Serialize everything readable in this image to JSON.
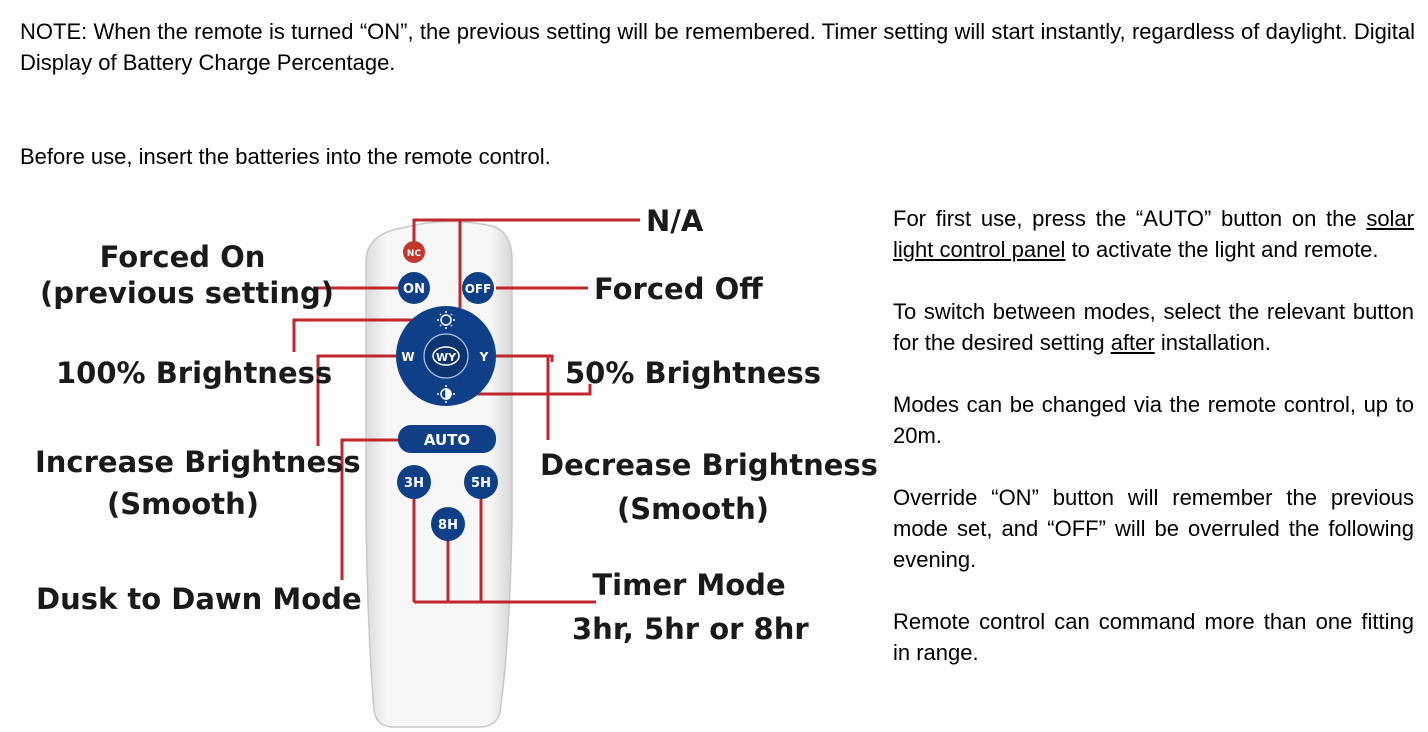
{
  "note": "NOTE: When the remote is turned “ON”, the previous setting will be remembered. Timer setting will start instantly, regardless of daylight. Digital Display of Battery Charge Percentage.",
  "before_use": "Before use, insert the batteries into the remote control.",
  "remote": {
    "buttons": {
      "nc": "NC",
      "on": "ON",
      "off": "OFF",
      "w": "W",
      "wy": "WY",
      "y": "Y",
      "auto": "AUTO",
      "h3": "3H",
      "h5": "5H",
      "h8": "8H"
    },
    "colors": {
      "body": "#f4f4f4",
      "button_blue": "#0f3f86",
      "nc_red": "#c0392b",
      "callout": "#c0272d"
    }
  },
  "labels": {
    "na": "N/A",
    "forced_on_1": "Forced On",
    "forced_on_2": "(previous setting)",
    "forced_off": "Forced Off",
    "brightness_100": "100%  Brightness",
    "brightness_50": "50%  Brightness",
    "increase_1": "Increase Brightness",
    "increase_2": "(Smooth)",
    "decrease_1": "Decrease Brightness",
    "decrease_2": "(Smooth)",
    "dusk": "Dusk to Dawn Mode",
    "timer_1": "Timer Mode",
    "timer_2": "3hr, 5hr or 8hr"
  },
  "right": {
    "p1_a": "For first use, press the “AUTO” button on the ",
    "p1_link": "solar light control panel",
    "p1_b": " to activate the light and remote.",
    "p2_a": "To switch between modes, select the relevant button for the desired setting ",
    "p2_u": "after",
    "p2_b": " installation.",
    "p3": "Modes can be changed via the remote control, up to 20m.",
    "p4": "Override “ON” button will remember the previous mode set, and “OFF” will be overruled the following evening.",
    "p5": "Remote control can command more than one fitting in range."
  }
}
